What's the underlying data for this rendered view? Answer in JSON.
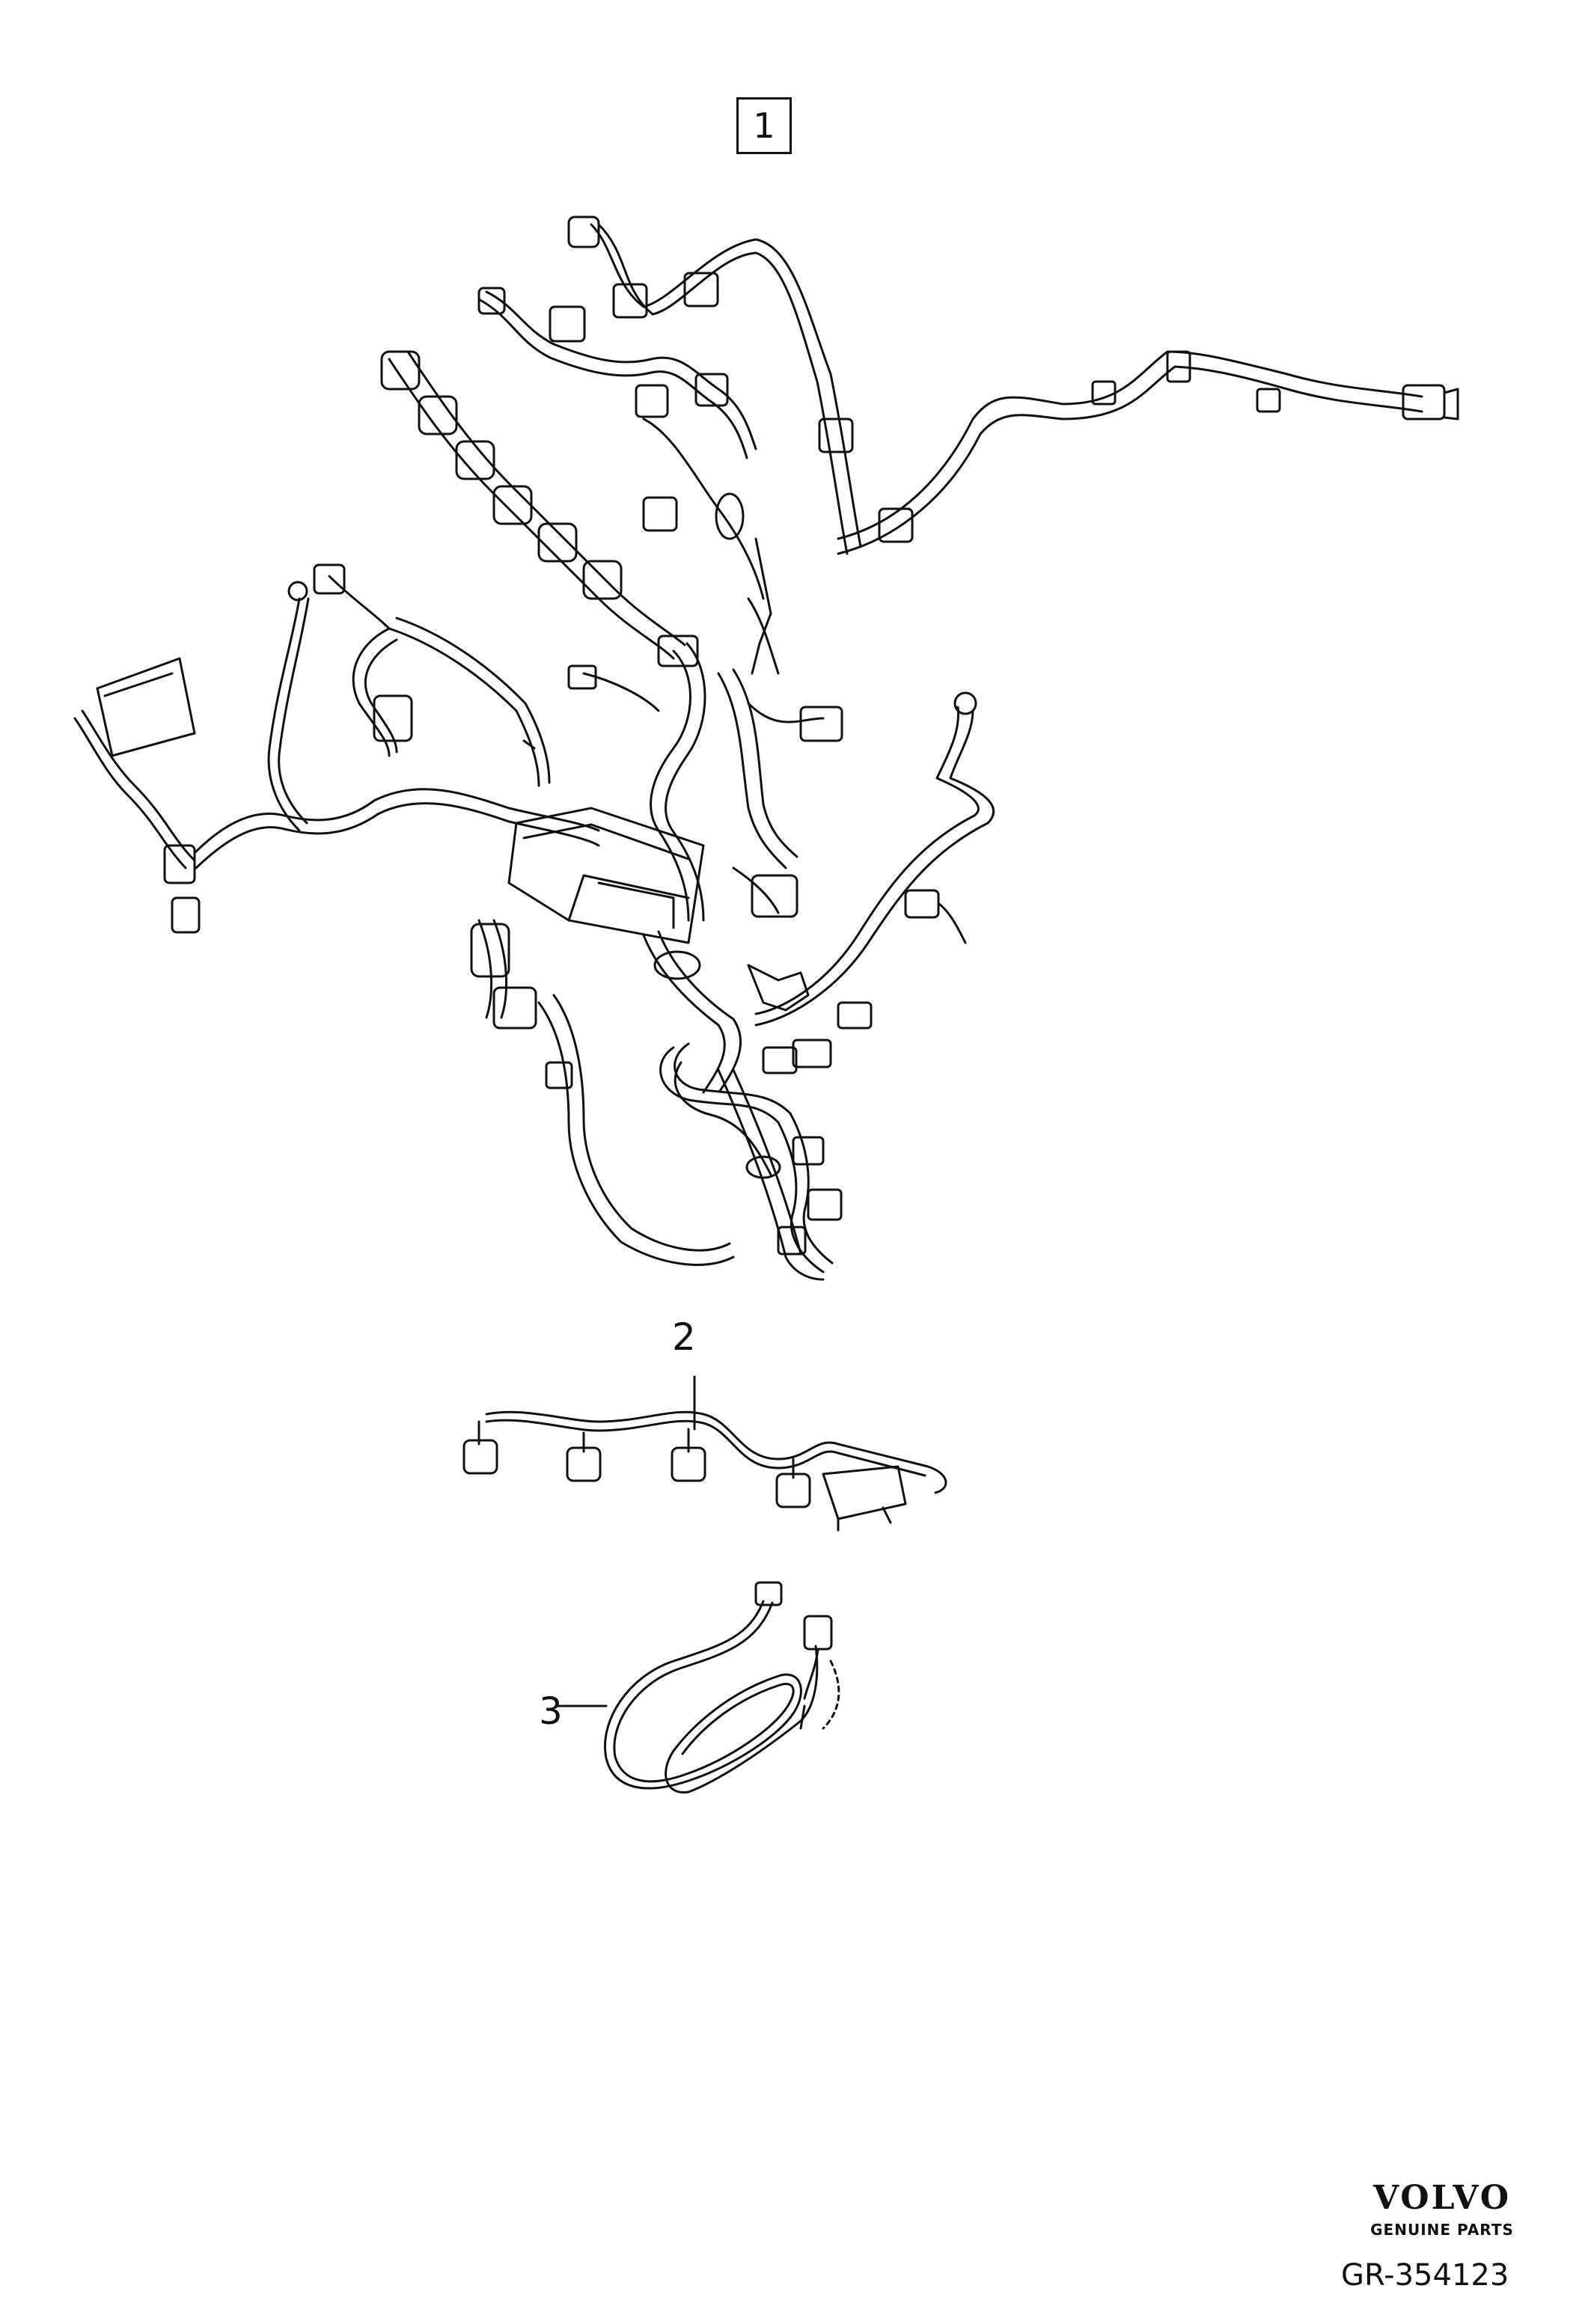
{
  "callouts": {
    "item1": "1",
    "item2": "2",
    "item3": "3"
  },
  "brand": {
    "name": "VOLVO",
    "tagline": "GENUINE PARTS"
  },
  "reference_code": "GR-354123",
  "parts": [
    {
      "label": "1",
      "icon": "engine-wiring-harness"
    },
    {
      "label": "2",
      "icon": "injector-wiring-harness"
    },
    {
      "label": "3",
      "icon": "sensor-cable"
    }
  ],
  "colors": {
    "line": "#111111",
    "background": "#ffffff"
  }
}
